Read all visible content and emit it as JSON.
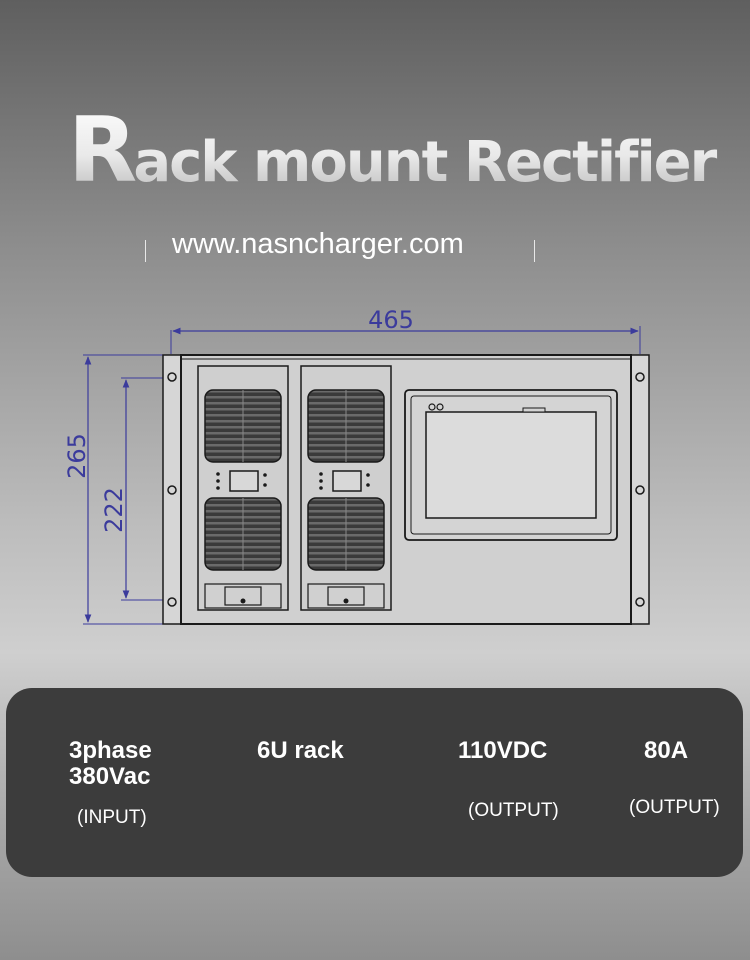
{
  "title": {
    "first_letter": "R",
    "rest": "ack mount Rectifier"
  },
  "website": "www.nasncharger.com",
  "drawing": {
    "width_dimension": "465",
    "outer_height_dimension": "265",
    "inner_height_dimension": "222"
  },
  "specs": [
    {
      "value_line1": "3phase",
      "value_line2": "380Vac",
      "label": "(INPUT)"
    },
    {
      "value_line1": "6U rack",
      "value_line2": "",
      "label": ""
    },
    {
      "value_line1": "110VDC",
      "value_line2": "",
      "label": "(OUTPUT)"
    },
    {
      "value_line1": "80A",
      "value_line2": "",
      "label": "(OUTPUT)"
    }
  ],
  "colors": {
    "dimension_lines": "#3b3b9c",
    "panel": "#3c3c3c"
  }
}
